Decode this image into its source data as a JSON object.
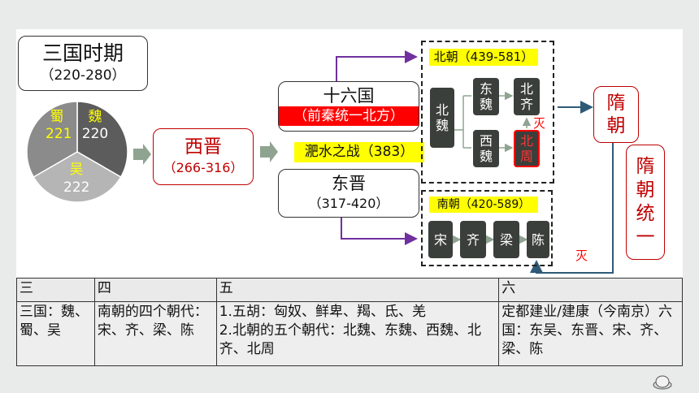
{
  "three_kingdoms": {
    "title": "三国时期",
    "years": "（220-280）",
    "shu": {
      "name": "蜀",
      "year": "221"
    },
    "wei": {
      "name": "魏",
      "year": "220"
    },
    "wu": {
      "name": "吴",
      "year": "222"
    }
  },
  "western_jin": {
    "name": "西晋",
    "years": "（266-316）"
  },
  "sixteen": {
    "name": "十六国",
    "note": "（前秦统一北方）"
  },
  "battle": "淝水之战（383）",
  "eastern_jin": {
    "name": "东晋",
    "years": "（317-420）"
  },
  "northern": {
    "title": "北朝（439-581）",
    "bei_wei": "北魏",
    "dong_wei": "东魏",
    "xi_wei": "西魏",
    "bei_qi": "北齐",
    "bei_zhou": "北周",
    "mie": "灭"
  },
  "southern": {
    "title": "南朝（420-589）",
    "dynasties": [
      "宋",
      "齐",
      "梁",
      "陈"
    ]
  },
  "sui": {
    "name": "隋朝",
    "unify": "隋朝统一",
    "mie": "灭"
  },
  "table": {
    "headers": [
      "三",
      "四",
      "五",
      "六"
    ],
    "cells": [
      "三国：魏、蜀、吴",
      "南朝的四个朝代：宋、齐、梁、陈",
      "1.五胡：匈奴、鲜卑、羯、氐、羌\n2.北朝的五个朝代：北魏、东魏、西魏、北齐、北周",
      "定都建业/建康（今南京）六国：东吴、东晋、宋、齐、梁、陈"
    ]
  },
  "colors": {
    "accent_red": "#c00000",
    "dark_box": "#3b3f3b",
    "arrow_green": "#8fa391",
    "purple": "#7030a0",
    "blue": "#2e5a78"
  }
}
